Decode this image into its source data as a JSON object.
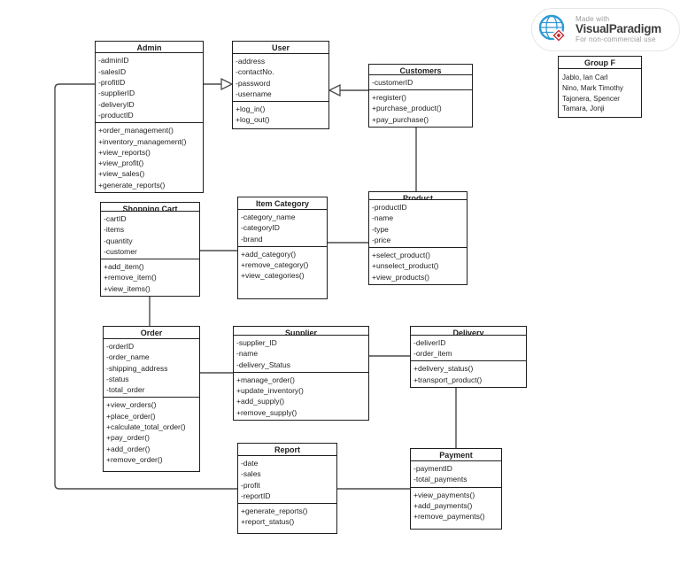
{
  "diagram": {
    "classes": [
      {
        "id": "admin",
        "name": "Admin",
        "attributes": [
          "-adminID",
          "-salesID",
          "-profitID",
          "-supplierID",
          "-deliveryID",
          "-productID"
        ],
        "methods": [
          "+order_management()",
          "+inventory_management()",
          "+view_reports()",
          "+view_profit()",
          "+view_sales()",
          "+generate_reports()"
        ]
      },
      {
        "id": "user",
        "name": "User",
        "attributes": [
          "-address",
          "-contactNo.",
          "-password",
          "-username"
        ],
        "methods": [
          "+log_in()",
          "+log_out()"
        ]
      },
      {
        "id": "customers",
        "name": "Customers",
        "attributes": [
          "-customerID"
        ],
        "methods": [
          "+register()",
          "+purchase_product()",
          "+pay_purchase()"
        ]
      },
      {
        "id": "shopping-cart",
        "name": "Shopping Cart",
        "attributes": [
          "-cartID",
          "-items",
          "-quantity",
          "-customer"
        ],
        "methods": [
          "+add_item()",
          "+remove_item()",
          "+view_items()"
        ]
      },
      {
        "id": "item-category",
        "name": "Item Category",
        "attributes": [
          "-category_name",
          "-categoryID",
          "-brand"
        ],
        "methods": [
          "+add_category()",
          "+remove_category()",
          "+view_categories()"
        ]
      },
      {
        "id": "product",
        "name": "Product",
        "attributes": [
          "-productID",
          "-name",
          "-type",
          "-price"
        ],
        "methods": [
          "+select_product()",
          "+unselect_product()",
          "+view_products()"
        ]
      },
      {
        "id": "order",
        "name": "Order",
        "attributes": [
          "-orderID",
          "-order_name",
          "-shipping_address",
          "-status",
          "-total_order"
        ],
        "methods": [
          "+view_orders()",
          "+place_order()",
          "+calculate_total_order()",
          "+pay_order()",
          "+add_order()",
          "+remove_order()"
        ]
      },
      {
        "id": "supplier",
        "name": "Supplier",
        "attributes": [
          "-supplier_ID",
          "-name",
          "-delivery_Status"
        ],
        "methods": [
          "+manage_order()",
          "+update_inventory()",
          "+add_supply()",
          "+remove_supply()"
        ]
      },
      {
        "id": "delivery",
        "name": "Delivery",
        "attributes": [
          "-deliverID",
          "-order_item"
        ],
        "methods": [
          "+delivery_status()",
          "+transport_product()"
        ]
      },
      {
        "id": "report",
        "name": "Report",
        "attributes": [
          "-date",
          "-sales",
          "-profit",
          "-reportID"
        ],
        "methods": [
          "+generate_reports()",
          "+report_status()"
        ]
      },
      {
        "id": "payment",
        "name": "Payment",
        "attributes": [
          "-paymentID",
          "-total_payments"
        ],
        "methods": [
          "+view_payments()",
          "+add_payments()",
          "+remove_payments()"
        ]
      }
    ],
    "relationships": [
      {
        "from": "Admin",
        "to": "User",
        "type": "generalization"
      },
      {
        "from": "Customers",
        "to": "User",
        "type": "generalization"
      },
      {
        "from": "Customers",
        "to": "Product",
        "type": "association"
      },
      {
        "from": "Shopping Cart",
        "to": "Item Category",
        "type": "association"
      },
      {
        "from": "Item Category",
        "to": "Product",
        "type": "association"
      },
      {
        "from": "Shopping Cart",
        "to": "Order",
        "type": "association"
      },
      {
        "from": "Order",
        "to": "Supplier",
        "type": "association"
      },
      {
        "from": "Supplier",
        "to": "Delivery",
        "type": "association"
      },
      {
        "from": "Delivery",
        "to": "Payment",
        "type": "association"
      },
      {
        "from": "Report",
        "to": "Payment",
        "type": "association"
      },
      {
        "from": "Admin",
        "to": "Report",
        "type": "association"
      }
    ],
    "note": {
      "title": "Group F",
      "members": [
        "Jablo, Ian Carl",
        "Nino, Mark Timothy",
        "Tajonera, Spencer",
        "Tamara, Jonji"
      ]
    }
  },
  "watermark": {
    "line1": "Made with",
    "line2": "VisualParadigm",
    "line3": "For non-commercial use"
  },
  "colors": {
    "box_border": "#1f1f1f",
    "connector": "#4a4a4a",
    "background": "#ffffff",
    "logo_blue": "#2f9ad4",
    "logo_red": "#c9252c"
  }
}
